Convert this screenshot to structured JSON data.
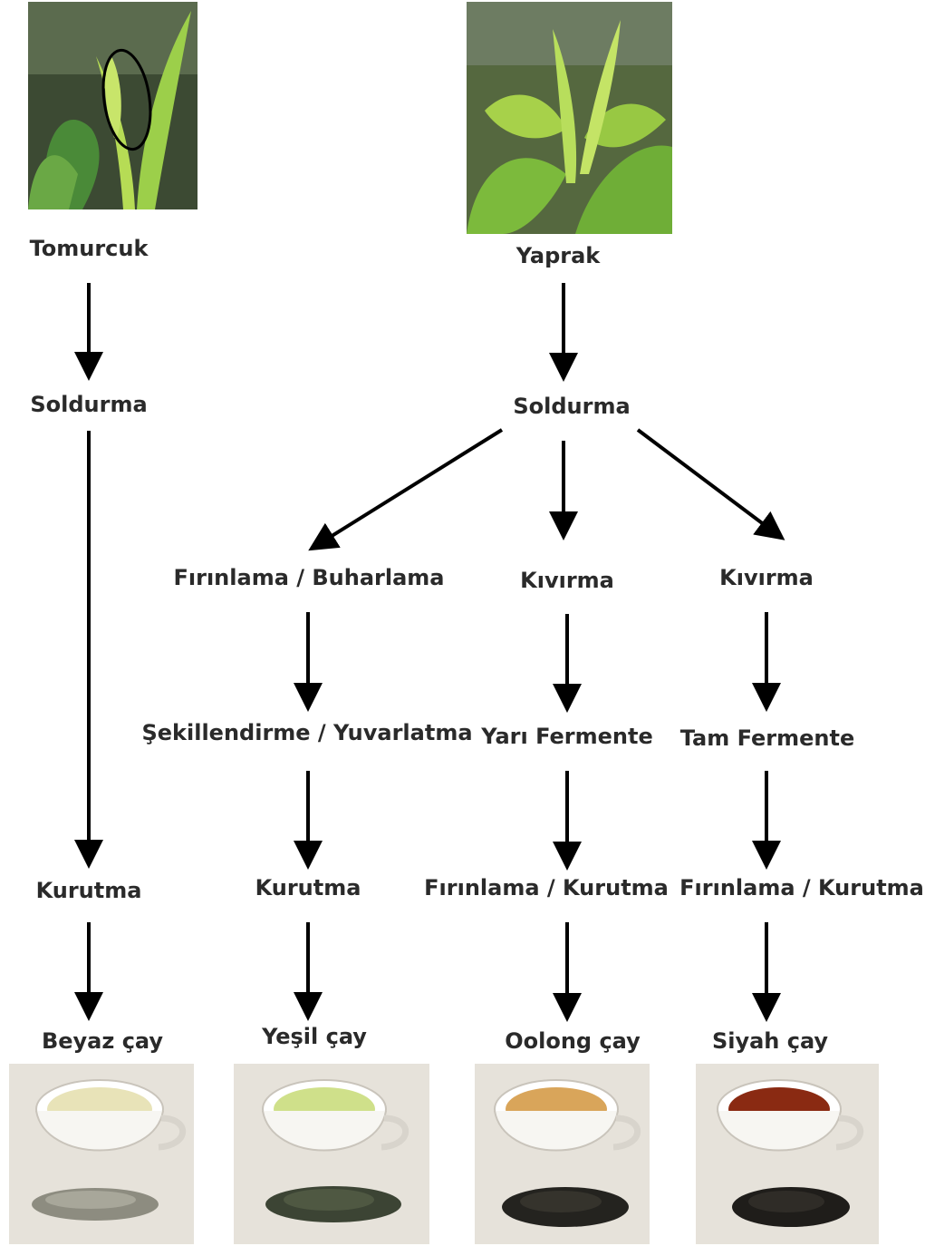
{
  "sources": {
    "bud": "Tomurcuk",
    "leaf": "Yaprak"
  },
  "branches": {
    "white": {
      "steps": [
        "Soldurma",
        "Kurutma"
      ],
      "result": "Beyaz çay"
    },
    "green": {
      "steps": [
        "Soldurma",
        "Fırınlama / Buharlama",
        "Şekillendirme / Yuvarlatma",
        "Kurutma"
      ],
      "result": "Yeşil çay"
    },
    "oolong": {
      "steps": [
        "Kıvırma",
        "Yarı Fermente",
        "Fırınlama / Kurutma"
      ],
      "result": "Oolong çay"
    },
    "black": {
      "steps": [
        "Kıvırma",
        "Tam Fermente",
        "Fırınlama / Kurutma"
      ],
      "result": "Siyah çay"
    }
  },
  "colors": {
    "arrow": "#000000",
    "leaf_green": "#8fc23a",
    "white_tea": "#e8e3b8",
    "green_tea": "#cfe08a",
    "oolong_tea": "#d9a55a",
    "black_tea": "#8a2a12"
  }
}
